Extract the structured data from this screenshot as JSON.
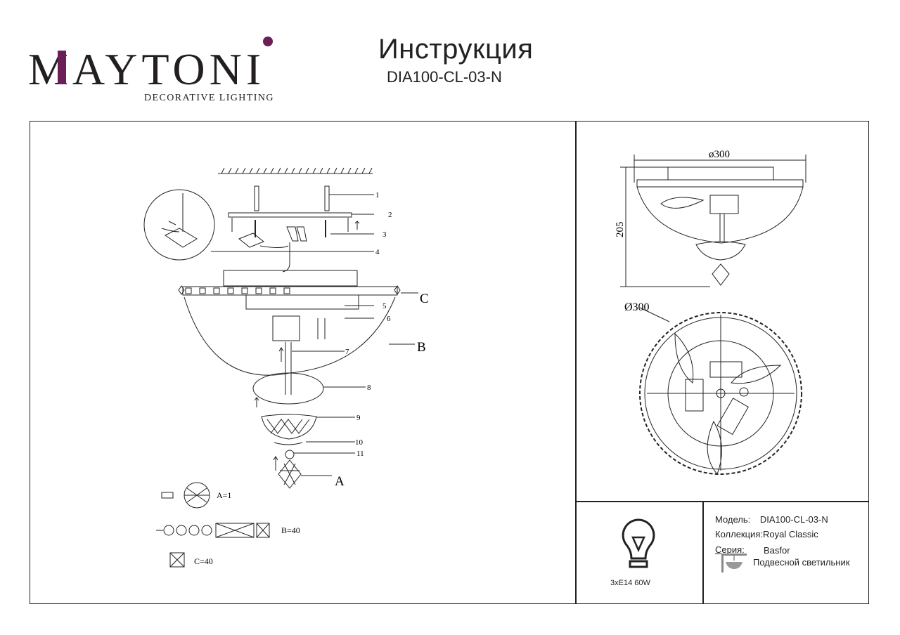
{
  "header": {
    "brand": "MAYTONI",
    "tagline": "DECORATIVE LIGHTING",
    "title": "Инструкция",
    "model_code": "DIA100-CL-03-N"
  },
  "assembly": {
    "part_numbers": [
      "1",
      "2",
      "3",
      "4",
      "5",
      "6",
      "7",
      "8",
      "9",
      "10",
      "11"
    ],
    "part_letters": [
      "A",
      "B",
      "C"
    ],
    "parts_count": {
      "a": "A=1",
      "b": "B=40",
      "c": "C=40"
    }
  },
  "dimensions": {
    "side_width": "ø300",
    "side_height": "205",
    "top_diameter": "Ø300"
  },
  "bulb": {
    "caption": "3xE14 60W"
  },
  "specs": {
    "model_label": "Модель:",
    "model_value": "DIA100-CL-03-N",
    "collection_label": "Коллекция:",
    "collection_value": "Royal Classic",
    "series_label": "Серия:",
    "series_value": "Basfor",
    "type_value": "Подвесной светильник"
  },
  "colors": {
    "brand_dark": "#231f20",
    "brand_accent": "#6b1f57",
    "line": "#222222"
  }
}
